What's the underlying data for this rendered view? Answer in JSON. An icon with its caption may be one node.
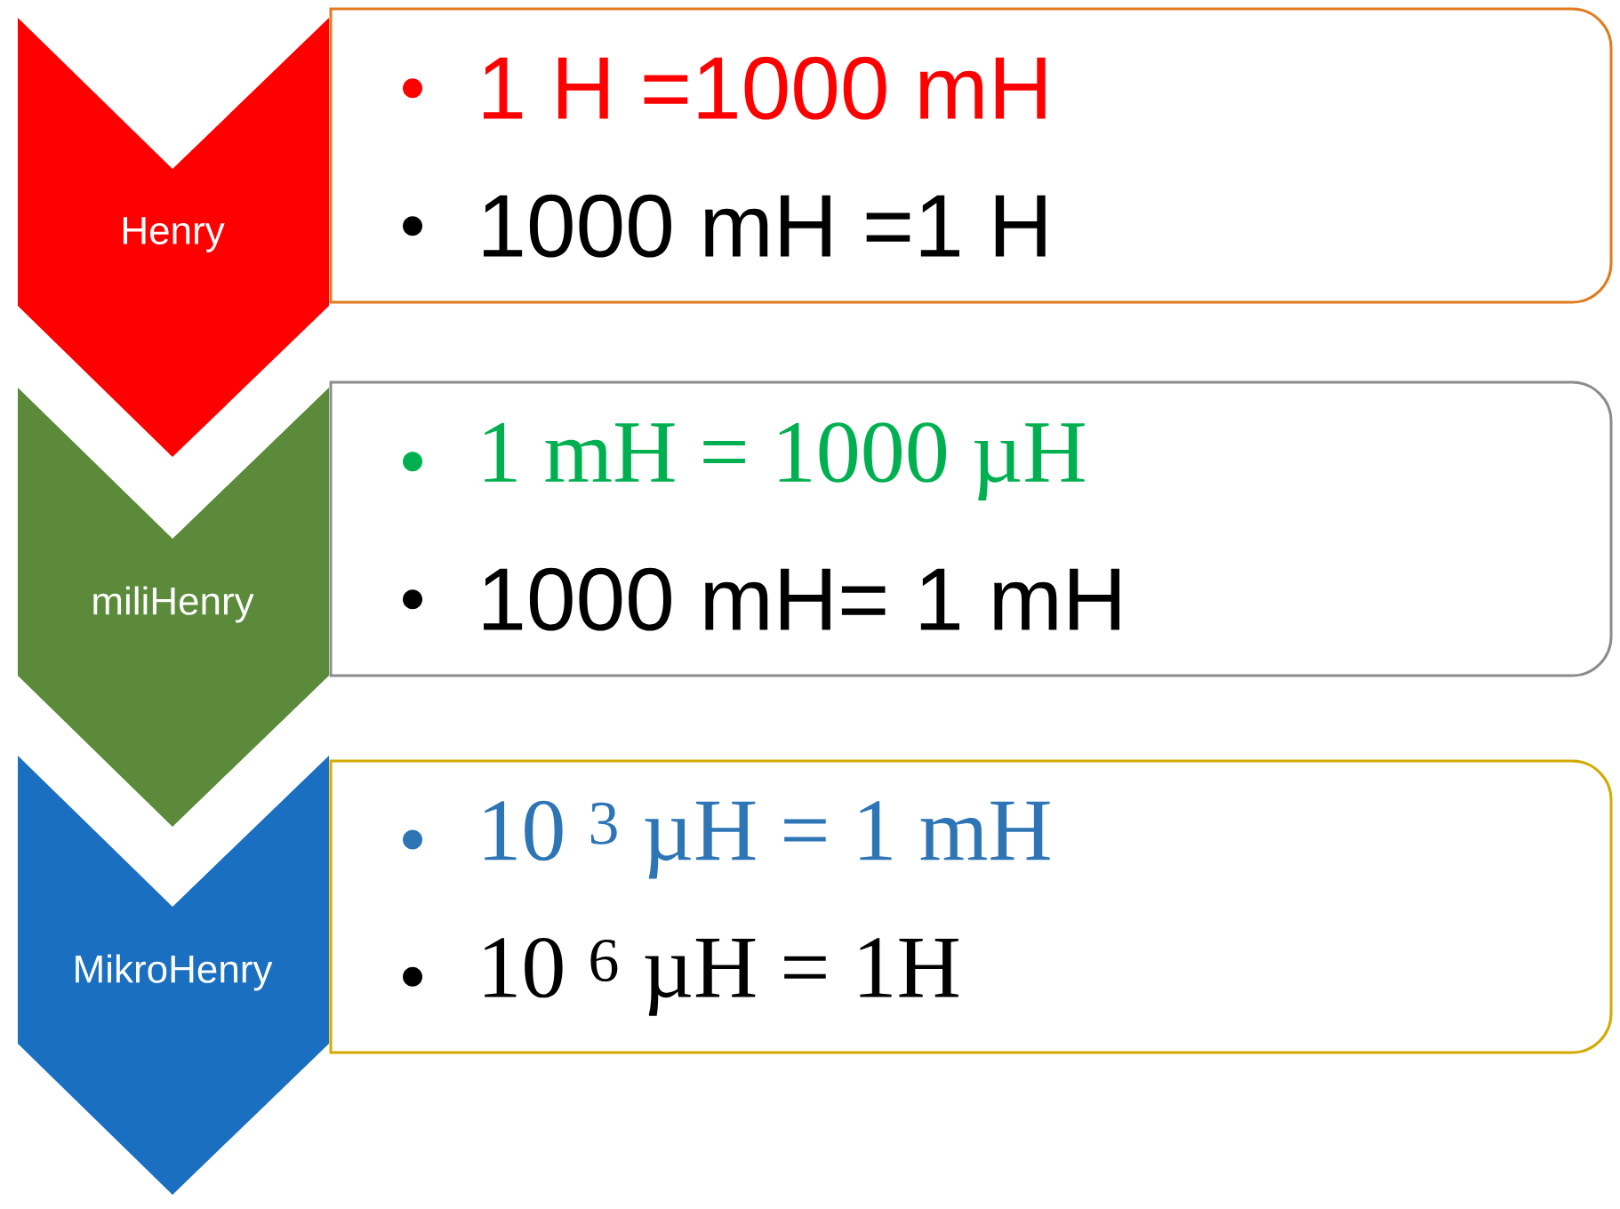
{
  "diagram": {
    "nodes": [
      {
        "text": [
          "Henry"
        ]
      },
      {
        "text": [
          "1 H =1000 mH",
          "1000 mH =1 H"
        ]
      },
      {
        "text": [
          "miliHenry"
        ]
      },
      {
        "text": [
          "1 mH = 1000 µH",
          "1000 mH=  1 mH"
        ]
      },
      {
        "text": [
          "MikroHenry"
        ]
      },
      {
        "text": [
          "10 $^{3}$ µH = 1 mH",
          "10 $^{6}$ µH = 1H"
        ]
      }
    ]
  }
}
